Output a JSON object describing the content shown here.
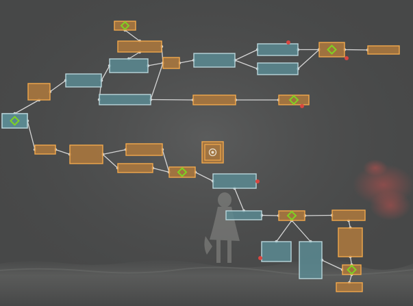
{
  "editor": {
    "type": "node-graph",
    "graph_name": ""
  },
  "colors": {
    "background": "#4b4c4c",
    "fog": "#6a6b6b",
    "ground": "#5a5b5a",
    "teal_node_fill": "#5b8a92",
    "teal_node_stroke": "#b9d6db",
    "orange_node_fill": "#a9773e",
    "orange_node_stroke": "#f2a94c",
    "connection": "#d6d6d6",
    "diamond": "#7ed321",
    "error_dot": "#d9453f",
    "glow": "#c0504d"
  },
  "nodes": [
    {
      "id": "n01",
      "kind": "teal-node",
      "icon": "none"
    },
    {
      "id": "n02",
      "kind": "orange-node",
      "icon": "none"
    },
    {
      "id": "n03",
      "kind": "teal-node",
      "icon": "none"
    },
    {
      "id": "n04",
      "kind": "teal-node",
      "icon": "none"
    },
    {
      "id": "n05",
      "kind": "teal-node",
      "icon": "none"
    },
    {
      "id": "n06",
      "kind": "orange-node",
      "icon": "none"
    },
    {
      "id": "n07",
      "kind": "orange-node",
      "icon": "none"
    },
    {
      "id": "n08",
      "kind": "orange-node",
      "icon": "diamond"
    },
    {
      "id": "n09",
      "kind": "teal-node",
      "icon": "none"
    },
    {
      "id": "n10",
      "kind": "teal-node",
      "icon": "none"
    },
    {
      "id": "n11",
      "kind": "teal-node",
      "icon": "none"
    },
    {
      "id": "n12",
      "kind": "orange-node",
      "icon": "diamond"
    },
    {
      "id": "n13",
      "kind": "orange-node",
      "icon": "none"
    },
    {
      "id": "n14",
      "kind": "orange-node",
      "icon": "none"
    },
    {
      "id": "n15",
      "kind": "orange-node",
      "icon": "diamond"
    },
    {
      "id": "n16",
      "kind": "teal-node",
      "icon": "diamond"
    },
    {
      "id": "n17",
      "kind": "orange-node",
      "icon": "none"
    },
    {
      "id": "n18",
      "kind": "orange-node",
      "icon": "none"
    },
    {
      "id": "n19",
      "kind": "orange-node",
      "icon": "none"
    },
    {
      "id": "n20",
      "kind": "orange-node",
      "icon": "none"
    },
    {
      "id": "n21",
      "kind": "orange-node",
      "icon": "diamond"
    },
    {
      "id": "n22",
      "kind": "orange-node",
      "icon": "target"
    },
    {
      "id": "n23",
      "kind": "teal-node",
      "icon": "none"
    },
    {
      "id": "n24",
      "kind": "teal-node",
      "icon": "none"
    },
    {
      "id": "n25",
      "kind": "orange-node",
      "icon": "diamond"
    },
    {
      "id": "n26",
      "kind": "orange-node",
      "icon": "none"
    },
    {
      "id": "n27",
      "kind": "orange-node",
      "icon": "none"
    },
    {
      "id": "n28",
      "kind": "teal-node",
      "icon": "none"
    },
    {
      "id": "n29",
      "kind": "teal-node",
      "icon": "none"
    },
    {
      "id": "n30",
      "kind": "orange-node",
      "icon": "diamond"
    },
    {
      "id": "n31",
      "kind": "orange-node",
      "icon": "none"
    }
  ],
  "connections": [
    [
      "n01",
      "n02"
    ],
    [
      "n02",
      "n03"
    ],
    [
      "n03",
      "n05"
    ],
    [
      "n03",
      "n04"
    ],
    [
      "n04",
      "n06"
    ],
    [
      "n05",
      "n06"
    ],
    [
      "n05",
      "n07"
    ],
    [
      "n07",
      "n08"
    ],
    [
      "n06",
      "n07"
    ],
    [
      "n06",
      "n09"
    ],
    [
      "n09",
      "n10"
    ],
    [
      "n09",
      "n11"
    ],
    [
      "n10",
      "n12"
    ],
    [
      "n11",
      "n12"
    ],
    [
      "n12",
      "n13"
    ],
    [
      "n04",
      "n14"
    ],
    [
      "n14",
      "n15"
    ],
    [
      "n16",
      "n17"
    ],
    [
      "n17",
      "n18"
    ],
    [
      "n18",
      "n19"
    ],
    [
      "n18",
      "n20"
    ],
    [
      "n19",
      "n21"
    ],
    [
      "n20",
      "n21"
    ],
    [
      "n21",
      "n23"
    ],
    [
      "n23",
      "n24"
    ],
    [
      "n24",
      "n25"
    ],
    [
      "n25",
      "n26"
    ],
    [
      "n26",
      "n27"
    ],
    [
      "n25",
      "n28"
    ],
    [
      "n25",
      "n29"
    ],
    [
      "n29",
      "n30"
    ],
    [
      "n27",
      "n30"
    ],
    [
      "n30",
      "n31"
    ]
  ],
  "error_markers": [
    "n10",
    "n12",
    "n15",
    "n23",
    "n28"
  ]
}
